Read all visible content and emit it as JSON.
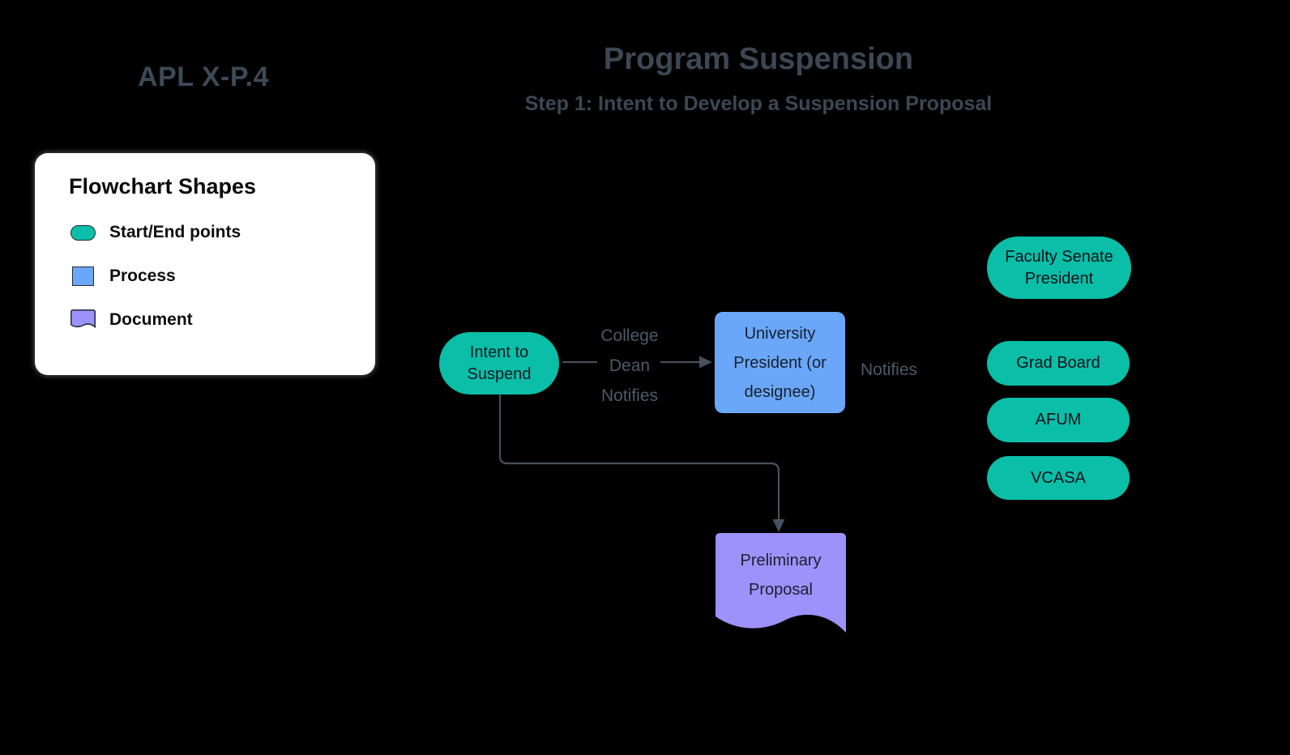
{
  "title_block": {
    "code": "APL X-P.4",
    "title": "Program Suspension",
    "subtitle": "Step 1: Intent to Develop a Suspension Proposal"
  },
  "legend": {
    "title": "Flowchart Shapes",
    "items": [
      {
        "label": "Start/End points",
        "shape": "start-end"
      },
      {
        "label": "Process",
        "shape": "process"
      },
      {
        "label": "Document",
        "shape": "document"
      }
    ]
  },
  "diagram": {
    "nodes": {
      "intent_to_suspend": {
        "text": "Intent to\nSuspend",
        "type": "start-end"
      },
      "university_president": {
        "text": "University\nPresident (or\ndesignee)",
        "type": "process"
      },
      "preliminary_proposal": {
        "text": "Preliminary\nProposal",
        "type": "document"
      },
      "faculty_senate_president": {
        "text": "Faculty Senate\nPresident",
        "type": "start-end"
      },
      "grad_board": {
        "text": "Grad Board",
        "type": "start-end"
      },
      "afum": {
        "text": "AFUM",
        "type": "start-end"
      },
      "vcasa": {
        "text": "VCASA",
        "type": "start-end"
      }
    },
    "edge_labels": {
      "college_dean_notifies": "College\nDean\nNotifies",
      "notifies": "Notifies"
    }
  },
  "colors": {
    "background": "#000000",
    "start_end_fill": "#0ABEA7",
    "process_fill": "#6BA7F8",
    "document_fill": "#9C92F9",
    "connector": "#47505C",
    "edge_label_text": "#4D5966",
    "heading_text": "#3D4754",
    "legend_background": "#FFFFFF"
  }
}
